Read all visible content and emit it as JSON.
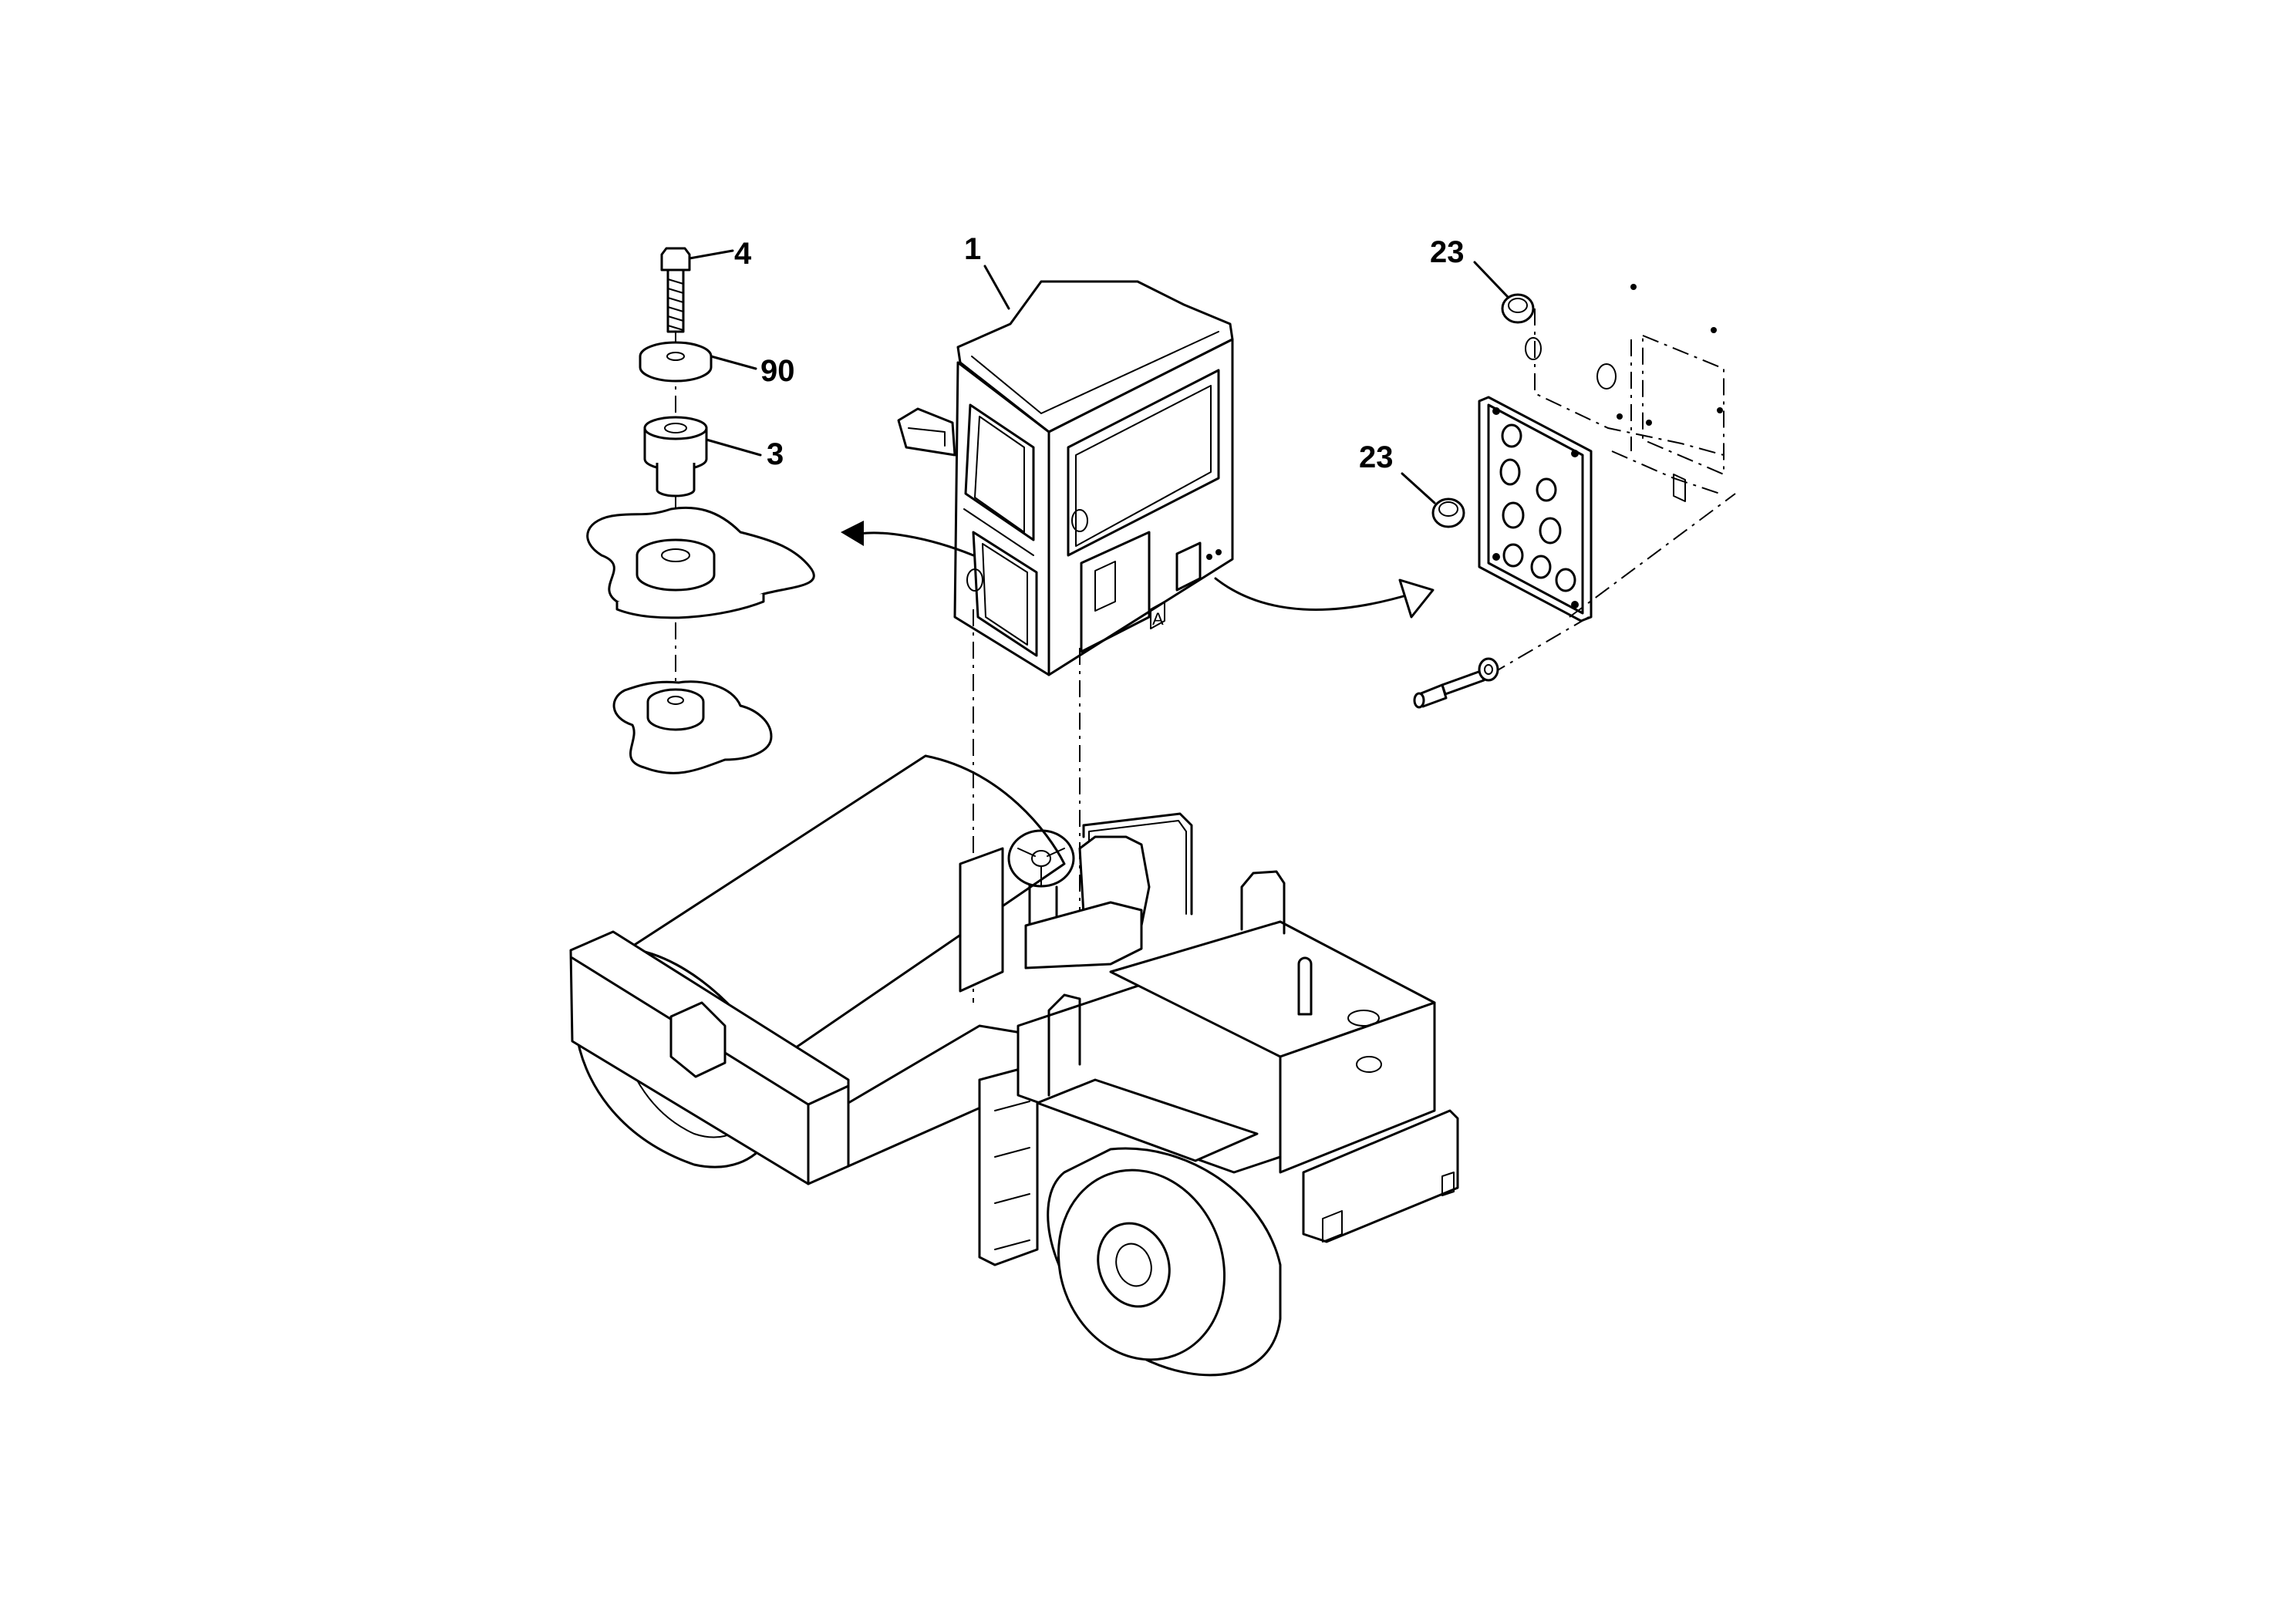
{
  "diagram": {
    "callouts": [
      {
        "id": "c4",
        "label": "4"
      },
      {
        "id": "c90",
        "label": "90"
      },
      {
        "id": "c3",
        "label": "3"
      },
      {
        "id": "c1",
        "label": "1"
      },
      {
        "id": "c23a",
        "label": "23"
      },
      {
        "id": "c23b",
        "label": "23"
      }
    ],
    "cab_detail_label": "A"
  }
}
